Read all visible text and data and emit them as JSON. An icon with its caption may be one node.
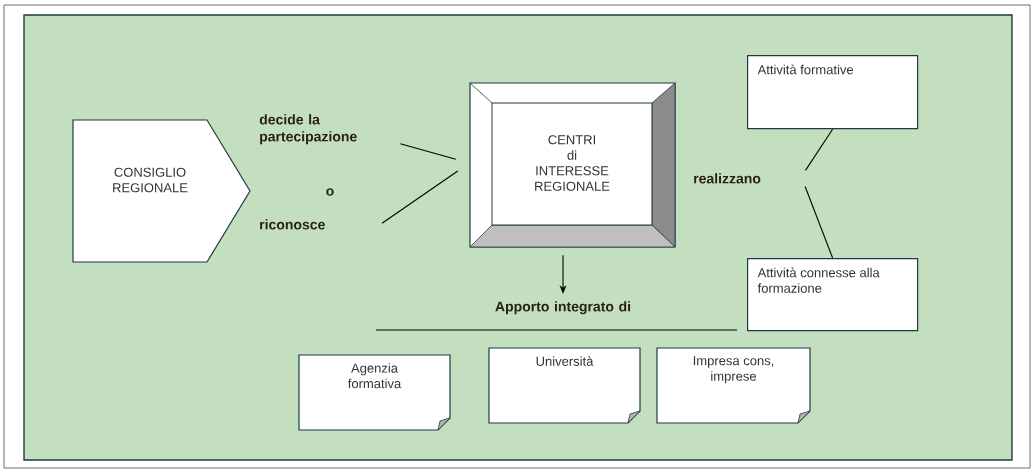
{
  "diagram": {
    "nodes": [
      {
        "text": [
          "CONSIGLIO REGIONALE"
        ]
      },
      {
        "text": [
          "CENTRI di INTERESSE REGIONALE"
        ]
      },
      {
        "text": [
          "Attività formative"
        ]
      },
      {
        "text": [
          "Attività connesse alla formazione"
        ]
      },
      {
        "text": [
          "Agenzia formativa"
        ]
      },
      {
        "text": [
          "Università"
        ]
      },
      {
        "text": [
          "Impresa cons, imprese"
        ]
      },
      {
        "text": [
          "decide la partecipazione"
        ]
      },
      {
        "text": [
          "riconosce"
        ]
      },
      {
        "text": [
          "realizzano"
        ]
      },
      {
        "text": [
          "Apporto integrato di"
        ]
      }
    ],
    "edges": [
      {
        "from": 7,
        "to": 1,
        "arrow": "none"
      },
      {
        "from": 8,
        "to": 1,
        "arrow": "none"
      },
      {
        "from": 9,
        "to": 2,
        "arrow": "none"
      },
      {
        "from": 9,
        "to": 3,
        "arrow": "none"
      },
      {
        "from": 1,
        "to": 10,
        "arrow": "to"
      }
    ],
    "labels": [
      "o"
    ]
  }
}
